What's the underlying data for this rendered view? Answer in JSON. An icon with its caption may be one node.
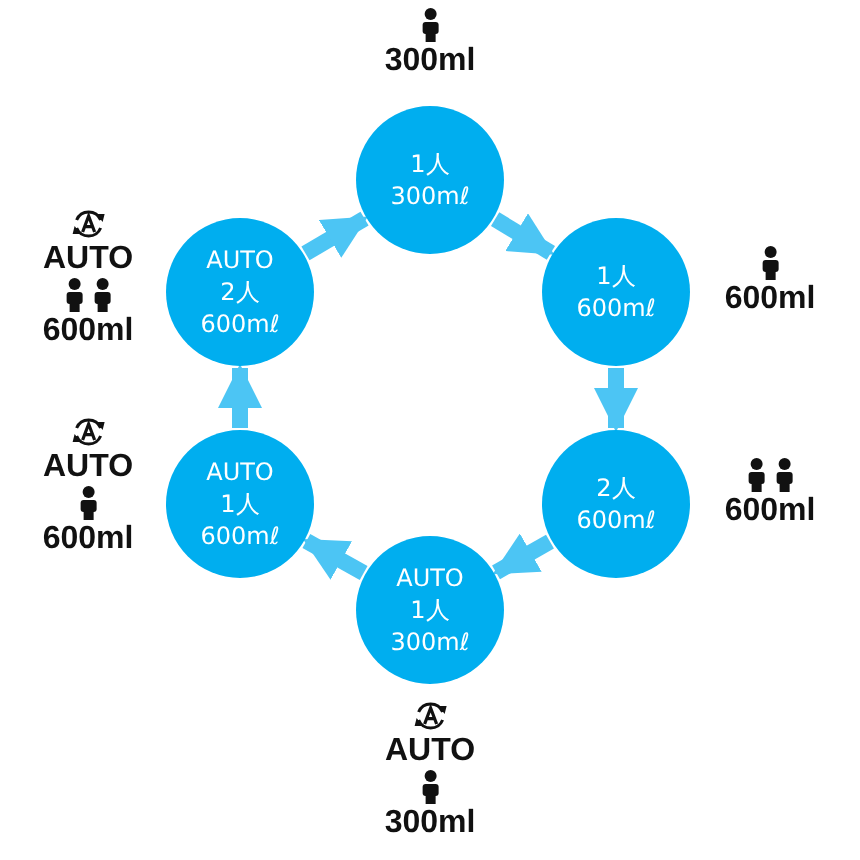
{
  "diagram": {
    "nodes": [
      {
        "text": [
          "1人",
          "300mℓ"
        ],
        "beside": [
          "300ml"
        ]
      },
      {
        "text": [
          "1人",
          "600mℓ"
        ],
        "beside": [
          "600ml"
        ]
      },
      {
        "text": [
          "2人",
          "600mℓ"
        ],
        "beside": [
          "600ml"
        ]
      },
      {
        "text": [
          "AUTO",
          "1人",
          "300mℓ"
        ],
        "beside": [
          "AUTO",
          "300ml"
        ]
      },
      {
        "text": [
          "AUTO",
          "1人",
          "600mℓ"
        ],
        "beside": [
          "AUTO",
          "600ml"
        ]
      },
      {
        "text": [
          "AUTO",
          "2人",
          "600mℓ"
        ],
        "beside": [
          "AUTO",
          "600ml"
        ]
      }
    ],
    "edges": [
      {
        "from": 0,
        "to": 1,
        "arrow": "to"
      },
      {
        "from": 1,
        "to": 2,
        "arrow": "to"
      },
      {
        "from": 2,
        "to": 3,
        "arrow": "to"
      },
      {
        "from": 3,
        "to": 4,
        "arrow": "to"
      },
      {
        "from": 4,
        "to": 5,
        "arrow": "to"
      },
      {
        "from": 5,
        "to": 0,
        "arrow": "to"
      }
    ]
  }
}
